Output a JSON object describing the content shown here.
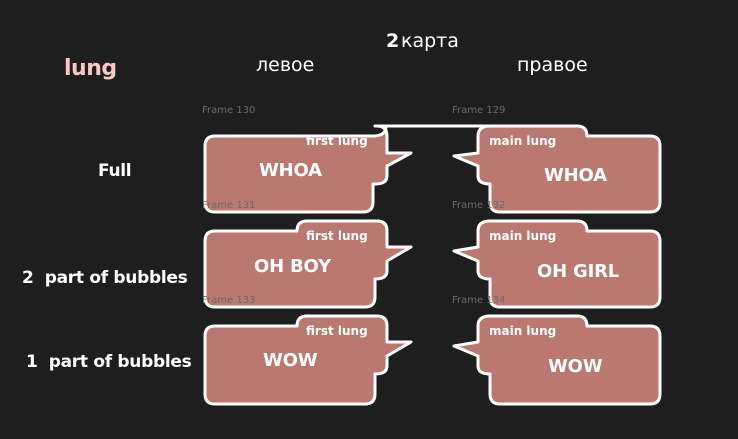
{
  "header": {
    "number": "2",
    "title": "карта"
  },
  "columns": {
    "left": "левое",
    "right": "правое"
  },
  "section_title": "lung",
  "rows": [
    {
      "label": "Full"
    },
    {
      "label": "2  part of bubbles"
    },
    {
      "label": "1  part of bubbles"
    }
  ],
  "frames": [
    "Frame 130",
    "Frame 129",
    "Frame 131",
    "Frame 132",
    "Frame 133",
    "Frame 134"
  ],
  "bubbles": [
    {
      "top": "first lung",
      "main": "WHOA"
    },
    {
      "top": "main lung",
      "main": "WHOA"
    },
    {
      "top": "first lung",
      "main": "OH BOY"
    },
    {
      "top": "main lung",
      "main": "OH GIRL"
    },
    {
      "top": "first lung",
      "main": "WOW"
    },
    {
      "top": "main lung",
      "main": "WOW"
    }
  ],
  "colors": {
    "bubble_fill": "#bb7870",
    "bubble_stroke": "#ffffff",
    "background": "#1e1e1e",
    "accent": "#f6c8c3"
  }
}
